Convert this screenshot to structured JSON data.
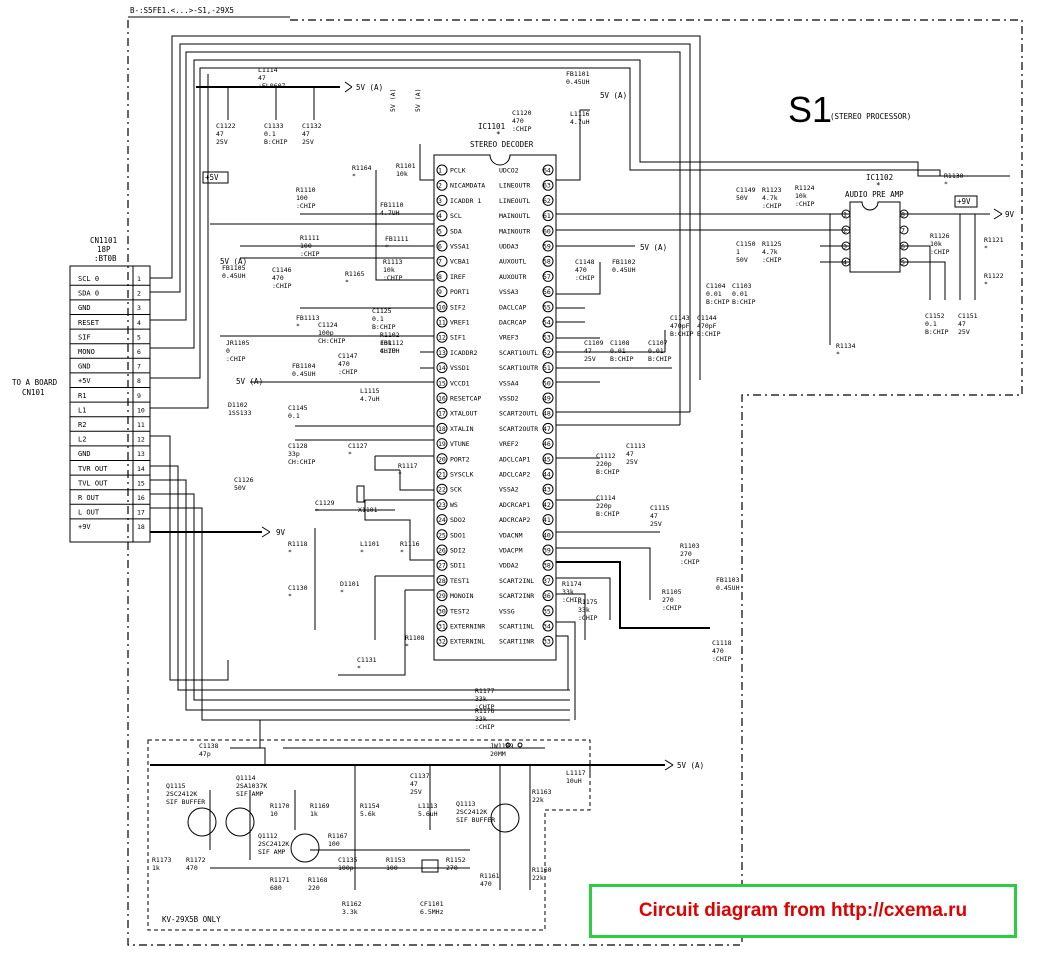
{
  "header_ref": "B-:S5FE1.<...>-S1,-29X5",
  "section": {
    "code": "S1",
    "name": "(STEREO PROCESSOR)"
  },
  "connector": {
    "ref": "CN1101",
    "pins_count": "18P",
    "type": ":BT0B",
    "to_board": "TO A BOARD",
    "to_board_ref": "CN101",
    "pins": [
      "SCL 0",
      "SDA 0",
      "GND",
      "RESET",
      "SIF",
      "MONO",
      "GND",
      "+5V",
      "R1",
      "L1",
      "R2",
      "L2",
      "GND",
      "TVR OUT",
      "TVL OUT",
      "R OUT",
      "L OUT",
      "+9V"
    ],
    "numbers": [
      "1",
      "2",
      "3",
      "4",
      "5",
      "6",
      "7",
      "8",
      "9",
      "10",
      "11",
      "12",
      "13",
      "14",
      "15",
      "16",
      "17",
      "18"
    ]
  },
  "ic_decoder": {
    "ref": "IC1101",
    "name": "STEREO DECODER",
    "mark": "*",
    "left_pins": [
      "PCLK",
      "NICAMDATA",
      "ICADDR 1",
      "SCL",
      "SDA",
      "VSSA1",
      "VCBA1",
      "IREF",
      "PORT1",
      "SIF2",
      "VREF1",
      "SIF1",
      "ICADDR2",
      "VSSD1",
      "VCCD1",
      "RESETCAP",
      "XTALOUT",
      "XTALIN",
      "VTUNE",
      "PORT2",
      "SYSCLK",
      "SCK",
      "WS",
      "SDO2",
      "SDO1",
      "SDI2",
      "SDI1",
      "TEST1",
      "MONOIN",
      "TEST2",
      "EXTERNINR",
      "EXTERNINL"
    ],
    "left_nums": [
      "1",
      "2",
      "3",
      "4",
      "5",
      "6",
      "7",
      "8",
      "9",
      "10",
      "11",
      "12",
      "13",
      "14",
      "15",
      "16",
      "17",
      "18",
      "19",
      "20",
      "21",
      "22",
      "23",
      "24",
      "25",
      "26",
      "27",
      "28",
      "29",
      "30",
      "31",
      "32"
    ],
    "right_pins": [
      "UDCO2",
      "LINEOUTR",
      "LINEOUTL",
      "MAINOUTL",
      "MAINOUTR",
      "UDDA3",
      "AUXOUTL",
      "AUXOUTR",
      "VSSA3",
      "DACLCAP",
      "DACRCAP",
      "VREF3",
      "SCART1OUTL",
      "SCART1OUTR",
      "VSSA4",
      "VSSD2",
      "SCART2OUTL",
      "SCART2OUTR",
      "VREF2",
      "ADCLCAP1",
      "ADCLCAP2",
      "VSSA2",
      "ADCRCAP1",
      "ADCRCAP2",
      "VDACNM",
      "VDACPM",
      "VDDA2",
      "SCART2INL",
      "SCART2INR",
      "VSSG",
      "SCART1INL",
      "SCART1INR"
    ],
    "right_nums": [
      "64",
      "63",
      "62",
      "61",
      "60",
      "59",
      "58",
      "57",
      "56",
      "55",
      "54",
      "53",
      "52",
      "51",
      "50",
      "49",
      "48",
      "47",
      "46",
      "45",
      "44",
      "43",
      "42",
      "41",
      "40",
      "39",
      "38",
      "37",
      "36",
      "35",
      "34",
      "33"
    ]
  },
  "ic_amp": {
    "ref": "IC1102",
    "mark": "*",
    "name": "AUDIO PRE AMP",
    "supply": "+9V",
    "supply_net": "9V",
    "left_nums": [
      "1",
      "2",
      "3",
      "4"
    ],
    "right_nums": [
      "8",
      "7",
      "6",
      "5"
    ]
  },
  "supply_tags": [
    "5V (A)",
    "5V (A)",
    "5V (A)",
    "5V (A)",
    "5V (A)",
    "5V (A)",
    "5V (A)",
    "9V",
    "9V",
    "+5V",
    "5V (A)"
  ],
  "components": [
    {
      "ref": "L1114",
      "val": "47 :EL0607"
    },
    {
      "ref": "C1122",
      "val": "47 25V"
    },
    {
      "ref": "C1133",
      "val": "0.1 B:CHIP"
    },
    {
      "ref": "C1132",
      "val": "47 25V"
    },
    {
      "ref": "R1164",
      "val": "*"
    },
    {
      "ref": "R1101",
      "val": "10k"
    },
    {
      "ref": "FB1101",
      "val": "0.45UH"
    },
    {
      "ref": "C1120",
      "val": "470 :CHIP"
    },
    {
      "ref": "L1116",
      "val": "4.7uH"
    },
    {
      "ref": "R1110",
      "val": "100 :CHIP"
    },
    {
      "ref": "FB1110",
      "val": "4.7UH"
    },
    {
      "ref": "R1111",
      "val": "100 :CHIP"
    },
    {
      "ref": "FB1111",
      "val": "*"
    },
    {
      "ref": "FB1105",
      "val": "0.45UH"
    },
    {
      "ref": "C1146",
      "val": "470 :CHIP"
    },
    {
      "ref": "R1165",
      "val": "*"
    },
    {
      "ref": "R1113",
      "val": "10k :CHIP"
    },
    {
      "ref": "FB1113",
      "val": "*"
    },
    {
      "ref": "C1125",
      "val": "0.1 B:CHIP"
    },
    {
      "ref": "C1124",
      "val": "100p CH:CHIP"
    },
    {
      "ref": "R1102",
      "val": "10k CHIP"
    },
    {
      "ref": "FB1112",
      "val": "4.7UH"
    },
    {
      "ref": "JR1105",
      "val": "0 :CHIP"
    },
    {
      "ref": "FB1104",
      "val": "0.45UH"
    },
    {
      "ref": "C1147",
      "val": "470 :CHIP"
    },
    {
      "ref": "L1115",
      "val": "4.7uH"
    },
    {
      "ref": "D1102",
      "val": "1SS133"
    },
    {
      "ref": "C1145",
      "val": "0.1"
    },
    {
      "ref": "C1128",
      "val": "33p CH:CHIP"
    },
    {
      "ref": "C1127",
      "val": "*"
    },
    {
      "ref": "C1126",
      "val": "50V"
    },
    {
      "ref": "R1117",
      "val": "*"
    },
    {
      "ref": "X1101",
      "val": ""
    },
    {
      "ref": "C1129",
      "val": "*"
    },
    {
      "ref": "R1118",
      "val": "*"
    },
    {
      "ref": "L1101",
      "val": "*"
    },
    {
      "ref": "R1116",
      "val": "*"
    },
    {
      "ref": "C1130",
      "val": "*"
    },
    {
      "ref": "D1101",
      "val": "*"
    },
    {
      "ref": "R1108",
      "val": "*"
    },
    {
      "ref": "C1131",
      "val": "*"
    },
    {
      "ref": "R1177",
      "val": "33k :CHIP"
    },
    {
      "ref": "R1176",
      "val": "33k :CHIP"
    },
    {
      "ref": "C1148",
      "val": "470 :CHIP"
    },
    {
      "ref": "FB1102",
      "val": "0.45UH"
    },
    {
      "ref": "C1109",
      "val": "47 25V"
    },
    {
      "ref": "C1108",
      "val": "0.01 B:CHIP"
    },
    {
      "ref": "C1107",
      "val": "0.01 B:CHIP"
    },
    {
      "ref": "C1112",
      "val": "220p B:CHIP"
    },
    {
      "ref": "C1113",
      "val": "47 25V"
    },
    {
      "ref": "C1114",
      "val": "220p B:CHIP"
    },
    {
      "ref": "C1115",
      "val": "47 25V"
    },
    {
      "ref": "R1103",
      "val": "270 :CHIP"
    },
    {
      "ref": "R1105",
      "val": "270 :CHIP"
    },
    {
      "ref": "R1174",
      "val": "33k :CHIP"
    },
    {
      "ref": "R1175",
      "val": "33k :CHIP"
    },
    {
      "ref": "FB1103",
      "val": "0.45UH"
    },
    {
      "ref": "C1118",
      "val": "470 :CHIP"
    },
    {
      "ref": "C1149",
      "val": "50V"
    },
    {
      "ref": "C1150",
      "val": "1 50V"
    },
    {
      "ref": "R1123",
      "val": "4.7k :CHIP"
    },
    {
      "ref": "R1125",
      "val": "4.7k :CHIP"
    },
    {
      "ref": "R1124",
      "val": "10k :CHIP"
    },
    {
      "ref": "R1126",
      "val": "10k :CHIP"
    },
    {
      "ref": "C1104",
      "val": "0.01 B:CHIP"
    },
    {
      "ref": "C1103",
      "val": "0.01 B:CHIP"
    },
    {
      "ref": "C1143",
      "val": "470pF B:CHIP"
    },
    {
      "ref": "C1144",
      "val": "470pF B:CHIP"
    },
    {
      "ref": "R1134",
      "val": "*"
    },
    {
      "ref": "R1130",
      "val": "*"
    },
    {
      "ref": "R1121",
      "val": "*"
    },
    {
      "ref": "R1122",
      "val": "*"
    },
    {
      "ref": "C1152",
      "val": "0.1 B:CHIP"
    },
    {
      "ref": "C1151",
      "val": "47 25V"
    },
    {
      "ref": "JW1109",
      "val": "20MM"
    },
    {
      "ref": "C1138",
      "val": "47p"
    },
    {
      "ref": "L1117",
      "val": "10uH"
    },
    {
      "ref": "C1137",
      "val": "47 25V"
    },
    {
      "ref": "R1170",
      "val": "10"
    },
    {
      "ref": "R1169",
      "val": "1k"
    },
    {
      "ref": "R1154",
      "val": "5.6k"
    },
    {
      "ref": "L1113",
      "val": "5.6uH"
    },
    {
      "ref": "R1163",
      "val": "22k"
    },
    {
      "ref": "R1167",
      "val": "100"
    },
    {
      "ref": "C1135",
      "val": "100p"
    },
    {
      "ref": "R1153",
      "val": "100"
    },
    {
      "ref": "R1152",
      "val": "270"
    },
    {
      "ref": "R1173",
      "val": "1k"
    },
    {
      "ref": "R1172",
      "val": "470"
    },
    {
      "ref": "R1171",
      "val": "680"
    },
    {
      "ref": "R1168",
      "val": "220"
    },
    {
      "ref": "R1162",
      "val": "3.3k"
    },
    {
      "ref": "CF1101",
      "val": "6.5MHz"
    },
    {
      "ref": "R1161",
      "val": "470"
    },
    {
      "ref": "R1160",
      "val": "22k"
    }
  ],
  "transistors": [
    {
      "ref": "Q1115",
      "part": "2SC2412K",
      "role": "SIF BUFFER"
    },
    {
      "ref": "Q1114",
      "part": "2SA1037K",
      "role": "SIF AMP"
    },
    {
      "ref": "Q1112",
      "part": "2SC2412K",
      "role": "SIF AMP"
    },
    {
      "ref": "Q1113",
      "part": "2SC2412K",
      "role": "SIF BUFFER"
    }
  ],
  "model_note": "KV-29X5B ONLY",
  "watermark": "Circuit diagram from http://cxema.ru"
}
